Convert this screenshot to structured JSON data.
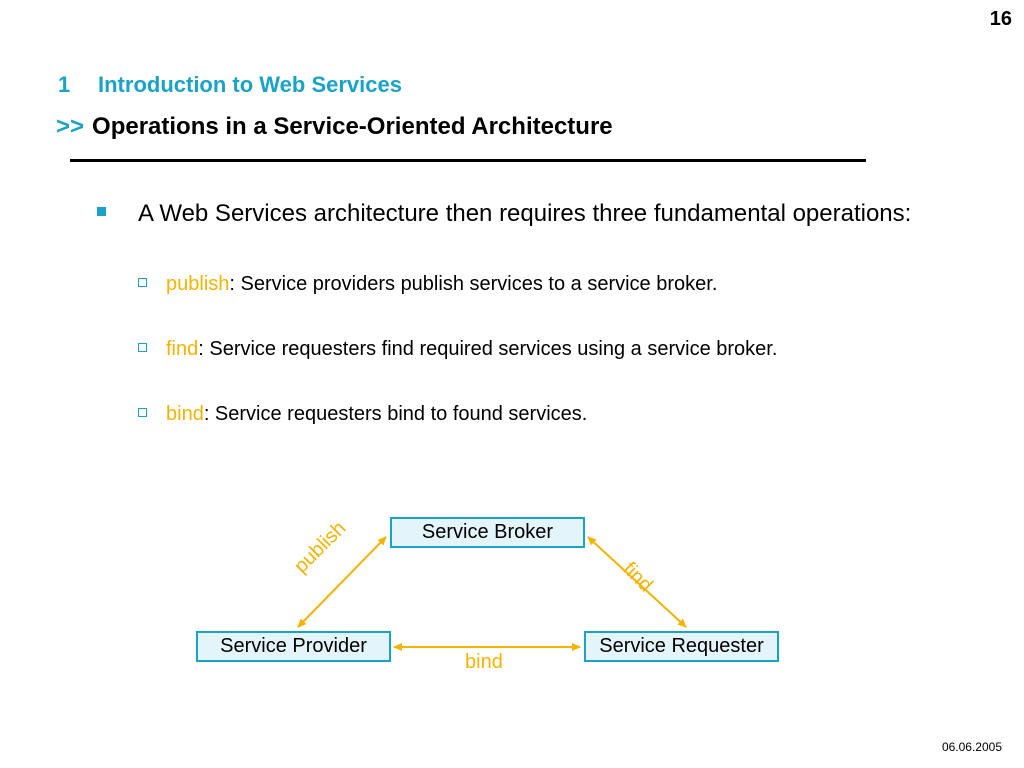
{
  "page_number": "16",
  "chapter": {
    "number": "1",
    "title": "Introduction to Web Services"
  },
  "title": {
    "arrow": ">>",
    "text": "Operations in a Service-Oriented Architecture"
  },
  "main_bullet": "A Web Services architecture then requires three fundamental operations:",
  "sub_bullets": [
    {
      "keyword": "publish",
      "text": ": Service providers publish services to a service broker."
    },
    {
      "keyword": "find",
      "text": ": Service requesters find required services using a service broker."
    },
    {
      "keyword": "bind",
      "text": ": Service requesters bind to found services."
    }
  ],
  "diagram": {
    "broker": "Service Broker",
    "provider": "Service Provider",
    "requester": "Service Requester",
    "edge_publish": "publish",
    "edge_find": "find",
    "edge_bind": "bind",
    "edge_color": "#f5b300",
    "box_border_color": "#1aa3c8",
    "box_fill_color": "#e4f4fb"
  },
  "date": "06.06.2005"
}
